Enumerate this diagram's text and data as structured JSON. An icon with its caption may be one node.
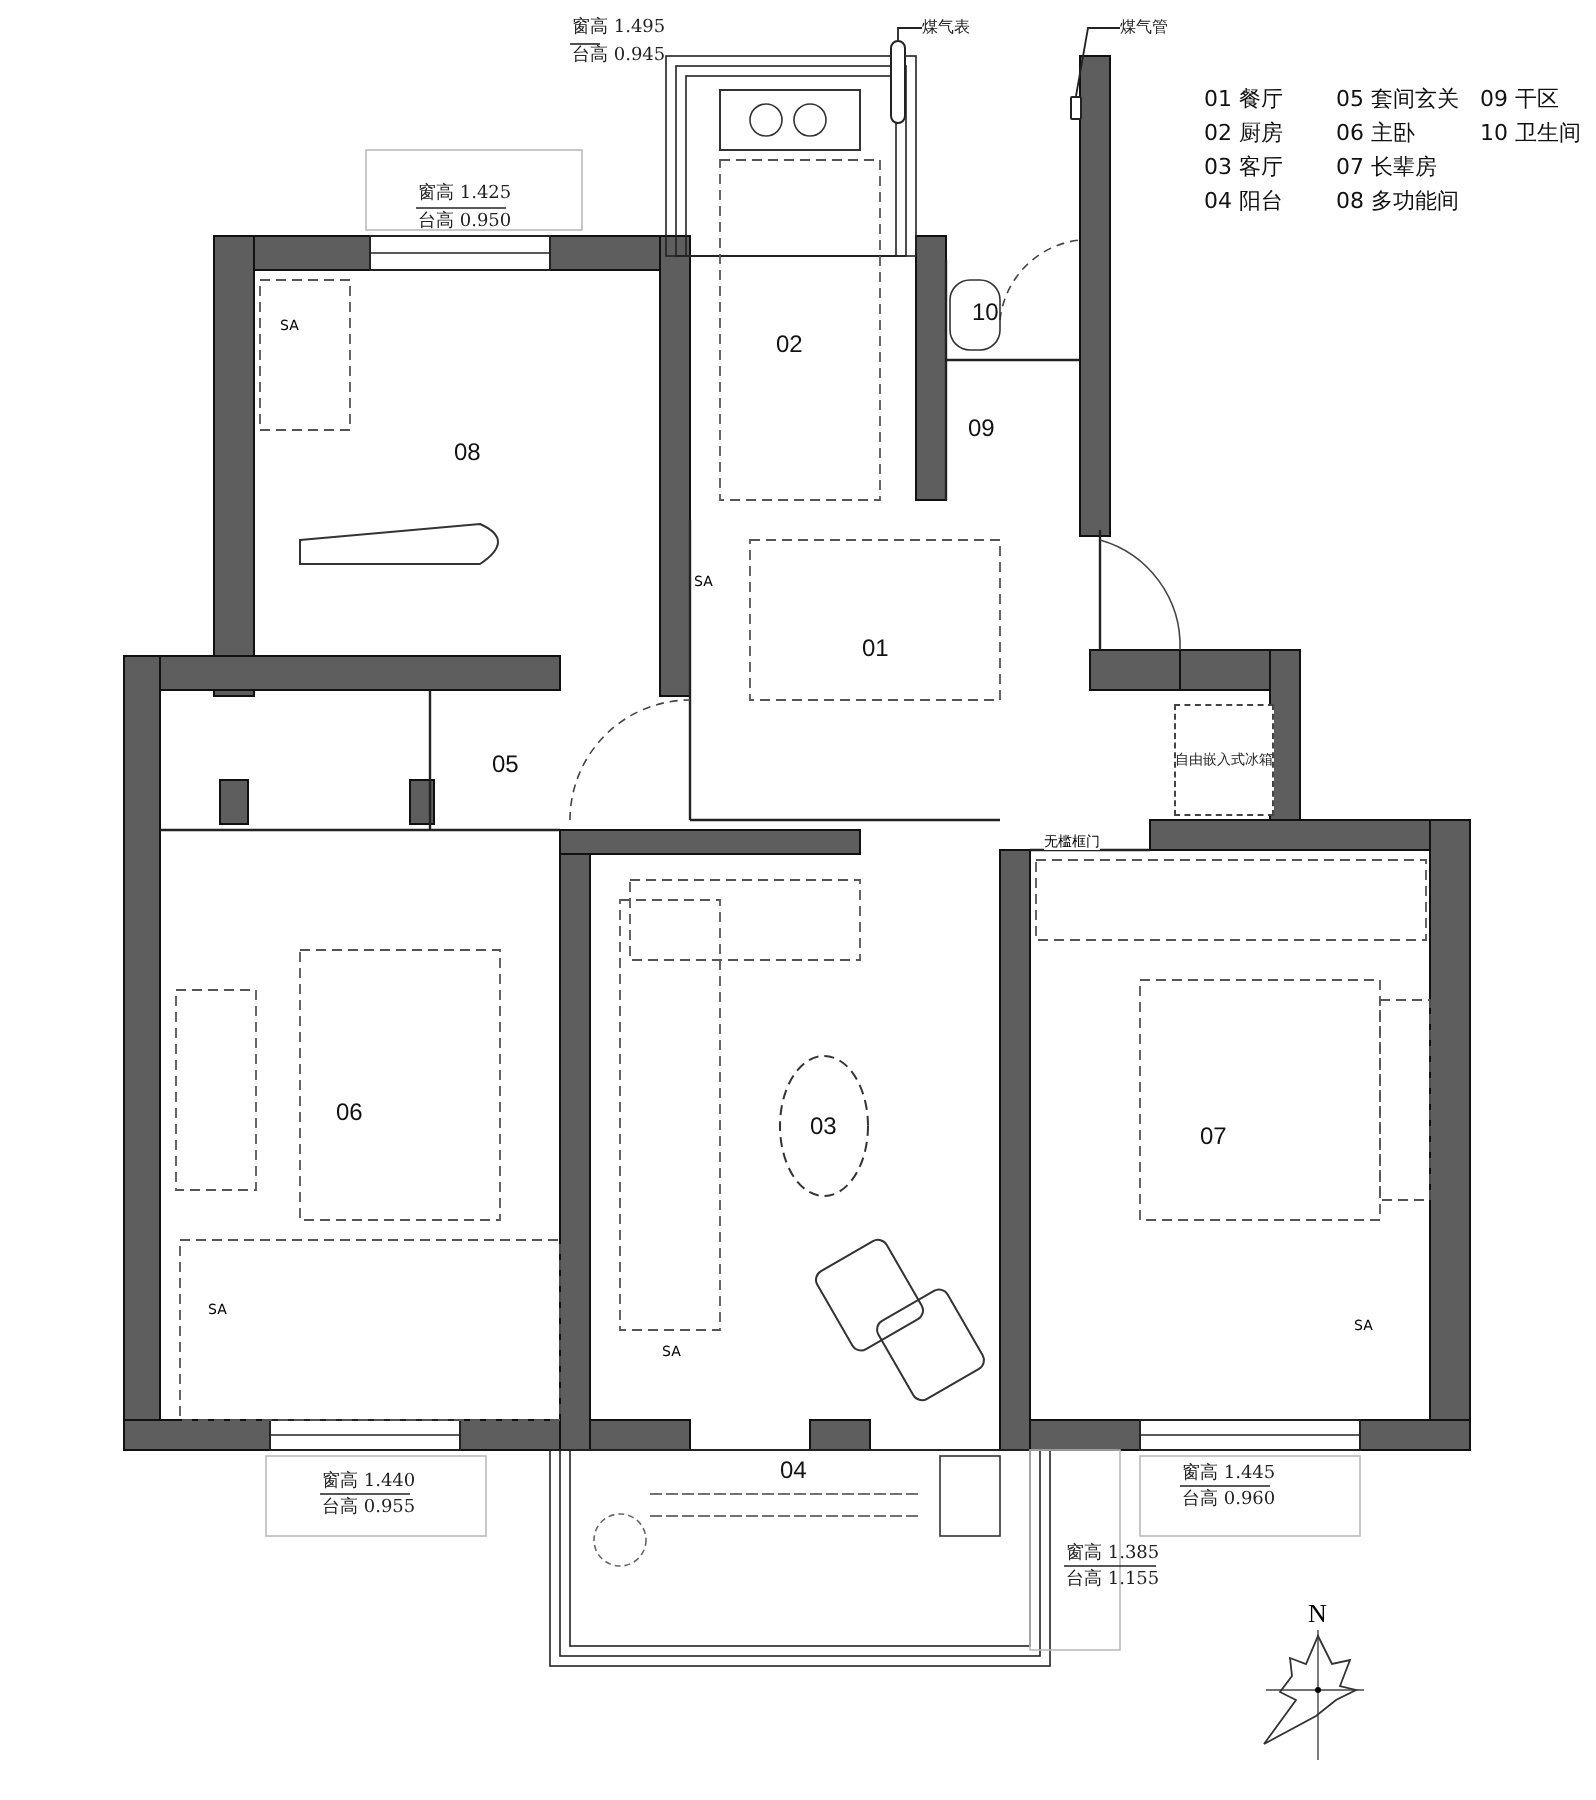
{
  "diagram": {
    "nodes": [
      {
        "text": [
          "煤气表"
        ]
      },
      {
        "text": [],
        "shape": "box"
      },
      {
        "text": [
          "煤气管"
        ]
      },
      {
        "text": [],
        "shape": "bar"
      },
      {
        "text": [
          "02"
        ]
      },
      {
        "text": [
          "10"
        ]
      },
      {
        "text": [
          "08"
        ]
      },
      {
        "text": [
          "09"
        ]
      },
      {
        "text": [
          "01"
        ]
      },
      {
        "text": [
          "05"
        ]
      },
      {
        "text": [
          "自由嵌入式冰箱"
        ]
      },
      {
        "text": [
          "06"
        ]
      },
      {
        "text": [
          "03"
        ]
      },
      {
        "text": [
          "07"
        ]
      },
      {
        "text": [
          "04"
        ]
      }
    ],
    "edges": [
      {
        "from": 0,
        "to": 1,
        "arrow": "none"
      },
      {
        "from": 2,
        "to": 3,
        "arrow": "none"
      }
    ],
    "labels": [
      "窗高 1.495",
      "台高 0.945",
      "窗高 1.425",
      "台高 0.950",
      "01 餐厅",
      "02 厨房",
      "03 客厅",
      "04 阳台",
      "05 套间玄关",
      "06 主卧",
      "07 长辈房",
      "08 多功能间",
      "09 干区",
      "10 卫生间",
      "SA",
      "SA",
      "无槛框门",
      "SA",
      "SA",
      "SA",
      "窗高 1.440",
      "台高 0.955",
      "窗高 1.445",
      "台高 0.960",
      "窗高 1.385",
      "台高 1.155",
      "N"
    ]
  }
}
